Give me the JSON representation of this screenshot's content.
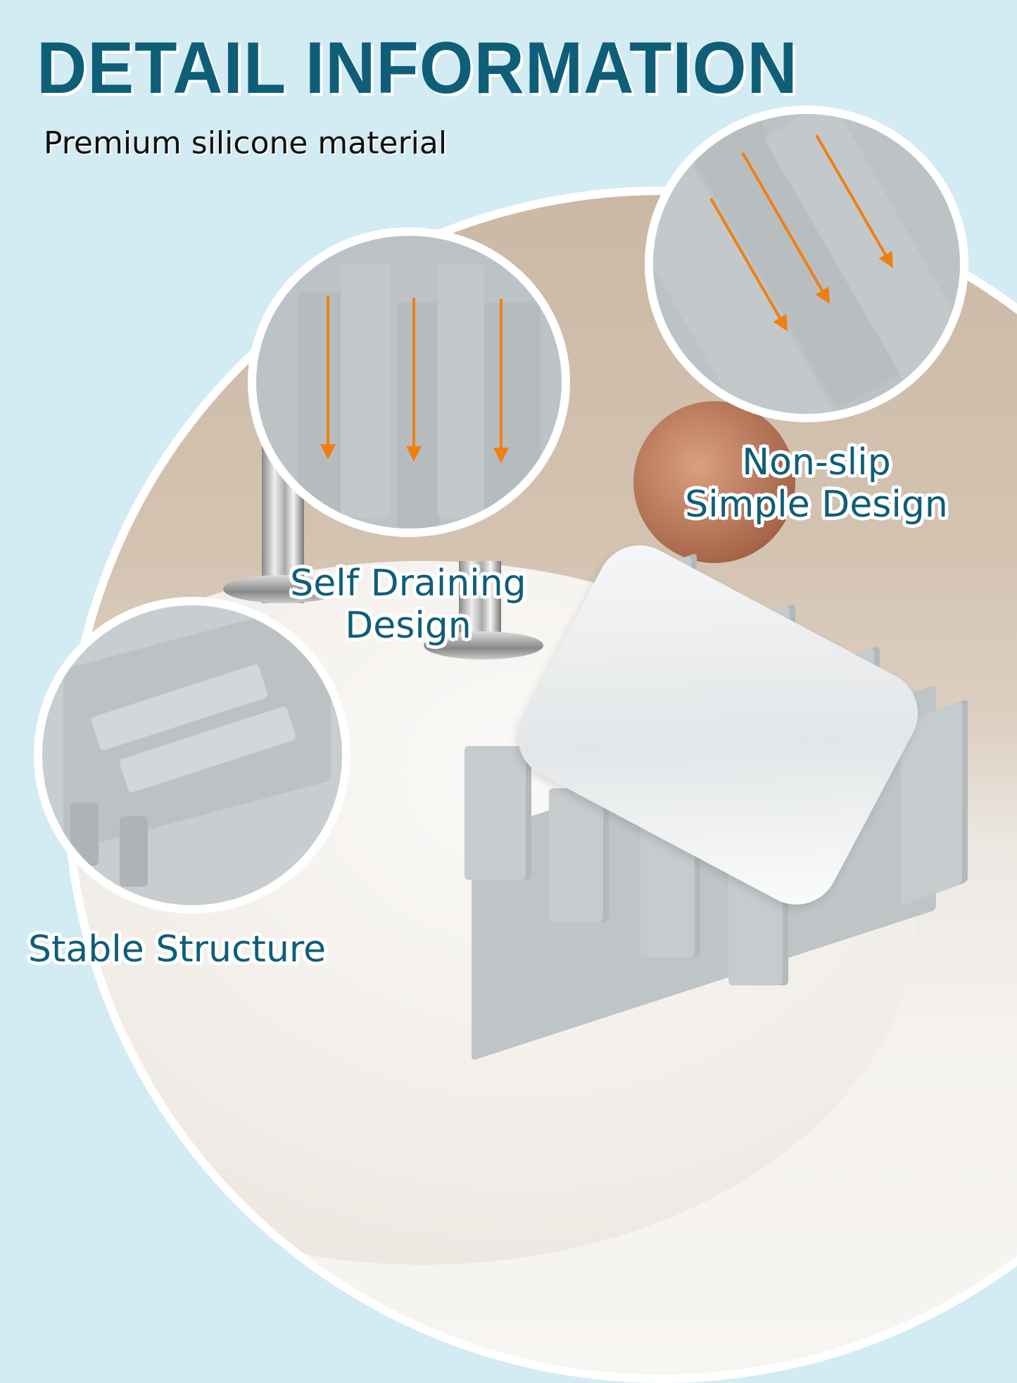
{
  "header": {
    "title": "DETAIL INFORMATION",
    "subtitle": "Premium silicone material"
  },
  "features": [
    {
      "id": "self-draining",
      "label_line1": "Self Draining",
      "label_line2": "Design",
      "icon": "down-arrows"
    },
    {
      "id": "non-slip",
      "label_line1": "Non-slip",
      "label_line2": "Simple Design",
      "icon": "diagonal-arrows"
    },
    {
      "id": "stable",
      "label_line1": "Stable Structure",
      "label_line2": "",
      "icon": "tray-closeup"
    }
  ],
  "colors": {
    "background": "#d3ebf3",
    "title_text": "#0f5e78",
    "caption_text": "#0f5e78",
    "caption_outline": "#ffffff",
    "arrow": "#f07f12",
    "silicone_gray": "#bfc4c6"
  },
  "product": {
    "description": "gray silicone soap dish with white soap bar on bathroom sink"
  }
}
